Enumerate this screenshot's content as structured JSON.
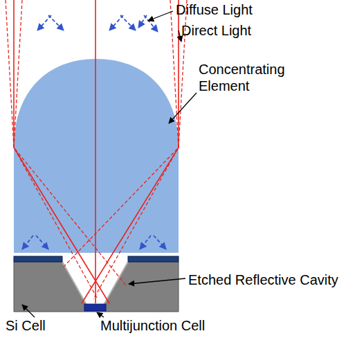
{
  "diagram": {
    "labels": [
      "Diffuse Light",
      "Direct Light",
      "Concentrating Element",
      "Etched Reflective Cavity",
      "Si Cell",
      "Multijunction Cell"
    ]
  }
}
